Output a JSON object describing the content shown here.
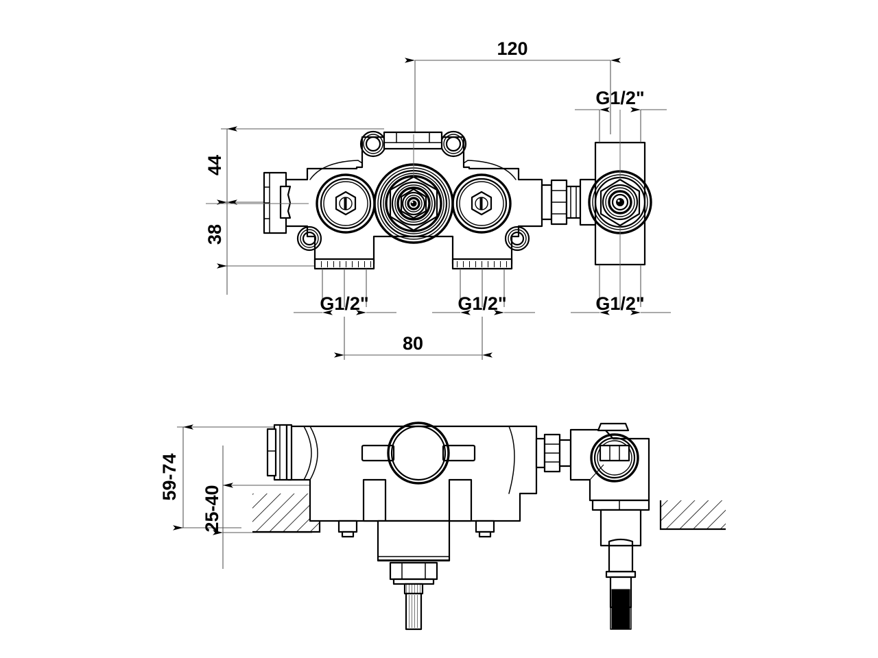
{
  "document": {
    "type": "engineering-drawing",
    "subject": "concealed thermostatic shower valve body with angle stop valve",
    "background_color": "#ffffff",
    "line_color": "#000000",
    "dimension_line_color": "#555555",
    "units": "mm"
  },
  "views": {
    "top": {
      "name": "front-view",
      "label": ""
    },
    "bottom": {
      "name": "side-view",
      "label": ""
    }
  },
  "dimensions": {
    "horizontal": [
      {
        "id": "dim-120",
        "value": "120",
        "orientation": "horizontal",
        "view": "front-view"
      },
      {
        "id": "dim-80",
        "value": "80",
        "orientation": "horizontal",
        "view": "front-view"
      }
    ],
    "vertical": [
      {
        "id": "dim-44",
        "value": "44",
        "orientation": "vertical",
        "view": "front-view"
      },
      {
        "id": "dim-38",
        "value": "38",
        "orientation": "vertical",
        "view": "front-view"
      },
      {
        "id": "dim-59-74",
        "value": "59-74",
        "orientation": "vertical",
        "view": "side-view"
      },
      {
        "id": "dim-25-40",
        "value": "25-40",
        "orientation": "vertical",
        "view": "side-view"
      }
    ],
    "threads": [
      {
        "id": "thread-top-right",
        "value": "G1/2\"",
        "position": "top-right",
        "view": "front-view"
      },
      {
        "id": "thread-bottom-left",
        "value": "G1/2\"",
        "position": "bottom-left",
        "view": "front-view"
      },
      {
        "id": "thread-bottom-center",
        "value": "G1/2\"",
        "position": "bottom-center",
        "view": "front-view"
      },
      {
        "id": "thread-bottom-right",
        "value": "G1/2\"",
        "position": "bottom-right",
        "view": "front-view"
      }
    ]
  },
  "labels": {
    "d120": "120",
    "d80": "80",
    "d44": "44",
    "d38": "38",
    "d5974": "59-74",
    "d2540": "25-40",
    "g12_a": "G1/2\"",
    "g12_b": "G1/2\"",
    "g12_c": "G1/2\"",
    "g12_d": "G1/2\""
  }
}
